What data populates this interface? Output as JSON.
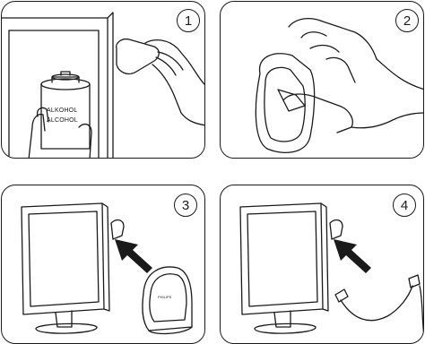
{
  "panels": [
    {
      "step": "1",
      "can_label_line1": "ALKOHOL",
      "can_label_line2": "ALCOHOL"
    },
    {
      "step": "2"
    },
    {
      "step": "3",
      "brand": "PHILIPS"
    },
    {
      "step": "4"
    }
  ]
}
